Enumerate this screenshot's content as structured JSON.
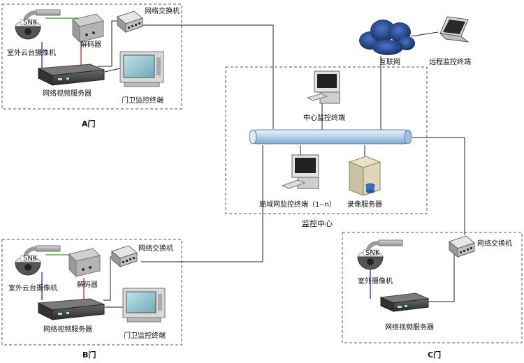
{
  "zones": {
    "a": {
      "caption": "A门",
      "camera": "室外云台摄像机",
      "decoder": "解码器",
      "switch": "网络交换机",
      "server": "网络视频服务器",
      "monitor": "门卫监控终端"
    },
    "b": {
      "caption": "B门",
      "camera": "室外云台摄像机",
      "decoder": "解码器",
      "switch": "网络交换机",
      "server": "网络视频服务器",
      "monitor": "门卫监控终端"
    },
    "c": {
      "caption": "C门",
      "camera": "室外摄像机",
      "switch": "网络交换机",
      "server": "网络视频服务器"
    },
    "center": {
      "caption": "监控中心",
      "central_terminal": "中心监控终端",
      "lan_terminal": "局域网监控终端（1--n）",
      "recorder": "录像服务器"
    }
  },
  "internet": "互联网",
  "remote": "远程监控终端",
  "camera_badge": "SNK",
  "colors": {
    "cable": "#222222",
    "link_green": "#2e9e2e",
    "link_blue": "#1f2fb0",
    "link_red": "#c8262a",
    "backbone": "#bcd6ee",
    "cloud": "#1f3f8a",
    "dash_border": "#555555"
  }
}
